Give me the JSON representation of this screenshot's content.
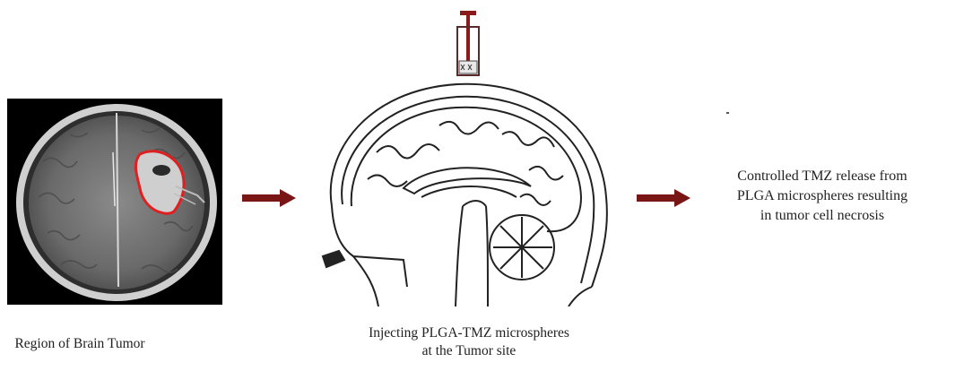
{
  "captions": {
    "mri": "Region of Brain Tumor",
    "inject_line1": "Injecting PLGA-TMZ microspheres",
    "inject_line2": "at the Tumor site",
    "release_line1": "Controlled TMZ release from",
    "release_line2": "PLGA microspheres resulting",
    "release_line3": "in tumor cell necrosis"
  },
  "colors": {
    "arrow": "#7a1515",
    "tumor_outline": "#e02020",
    "syringe_plunger": "#8b1a1a"
  },
  "icons": {
    "mri": "brain-mri-scan-icon",
    "brain": "brain-sagittal-section-icon",
    "syringe": "syringe-icon",
    "arrow": "right-arrow-icon"
  }
}
